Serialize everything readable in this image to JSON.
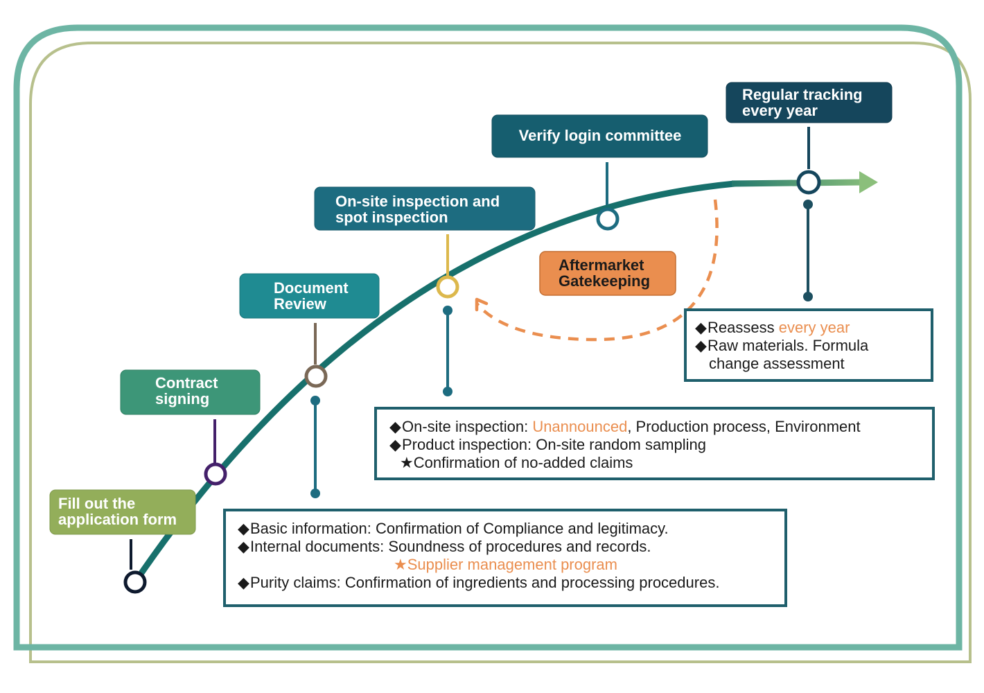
{
  "colors": {
    "frame_outer": "#6db5a4",
    "frame_inner": "#b7c08c",
    "curve": "#17706c",
    "arrow_tail": "#8bbf7b",
    "highlight": "#ea8e4f",
    "box_border": "#1f5f6c"
  },
  "steps": [
    {
      "id": "apply",
      "label_lines": [
        "Fill out the",
        "application form"
      ],
      "fill": "#93ae5a",
      "node_color": "#0e1a2e"
    },
    {
      "id": "contract",
      "label_lines": [
        "Contract",
        "signing"
      ],
      "fill": "#3d9678",
      "node_color": "#44206a"
    },
    {
      "id": "document",
      "label_lines": [
        "Document",
        "Review"
      ],
      "fill": "#1f8b92",
      "node_color": "#7a6856"
    },
    {
      "id": "onsite",
      "label_lines": [
        "On-site inspection and",
        "spot inspection"
      ],
      "fill": "#1d6c80",
      "node_color": "#dcb84c"
    },
    {
      "id": "verify",
      "label_lines": [
        "Verify login committee"
      ],
      "fill": "#165e6f",
      "node_color": "#1d6c80"
    },
    {
      "id": "tracking",
      "label_lines": [
        "Regular tracking",
        "every year"
      ],
      "fill": "#15465c",
      "node_color": "#15465c"
    }
  ],
  "aftermarket": {
    "label_lines": [
      "Aftermarket",
      "Gatekeeping"
    ],
    "fill": "#ea8e4f"
  },
  "detail_boxes": {
    "document": {
      "lines": [
        {
          "bullet": "◆",
          "parts": [
            {
              "t": "Basic information: Confirmation of Compliance and legitimacy."
            }
          ]
        },
        {
          "bullet": "◆",
          "parts": [
            {
              "t": "Internal documents: Soundness of procedures and records."
            }
          ]
        },
        {
          "bullet": "",
          "parts": [
            {
              "t": "★Supplier management program",
              "hl": true
            }
          ]
        },
        {
          "bullet": "◆",
          "parts": [
            {
              "t": "Purity claims: Confirmation of ingredients and processing procedures."
            }
          ]
        }
      ]
    },
    "onsite": {
      "lines": [
        {
          "bullet": "◆",
          "parts": [
            {
              "t": "On-site inspection: "
            },
            {
              "t": "Unannounced",
              "hl": true
            },
            {
              "t": ", Production process, Environment"
            }
          ]
        },
        {
          "bullet": "◆",
          "parts": [
            {
              "t": "Product inspection: On-site random sampling"
            }
          ]
        },
        {
          "bullet": "",
          "parts": [
            {
              "t": "★Confirmation of no-added claims"
            }
          ]
        }
      ]
    },
    "tracking": {
      "lines": [
        {
          "bullet": "◆",
          "parts": [
            {
              "t": "Reassess "
            },
            {
              "t": "every year",
              "hl": true
            }
          ]
        },
        {
          "bullet": "◆",
          "parts": [
            {
              "t": "Raw materials. Formula"
            }
          ]
        },
        {
          "bullet": "",
          "parts": [
            {
              "t": "change assessment"
            }
          ]
        }
      ]
    }
  }
}
